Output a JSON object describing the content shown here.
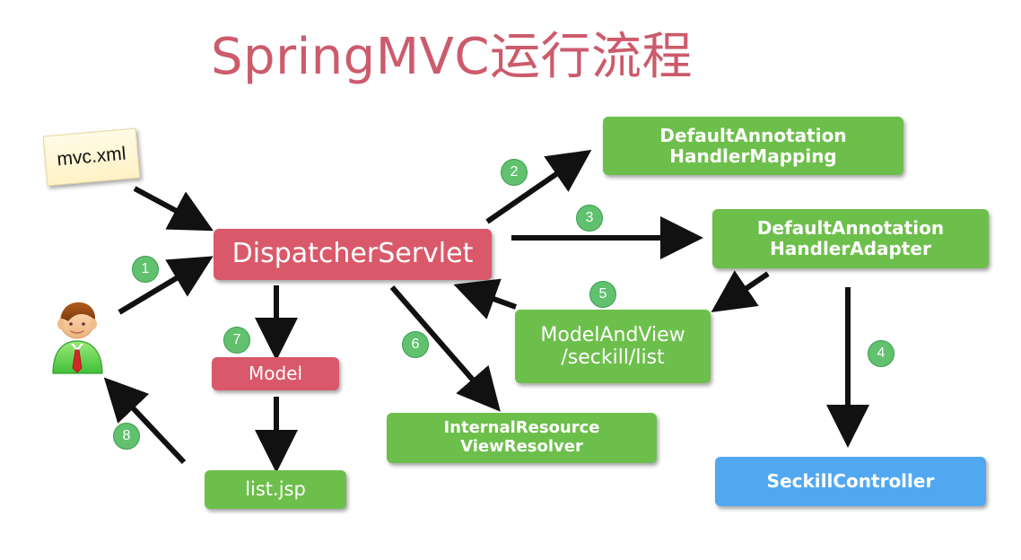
{
  "title": "SpringMVC运行流程",
  "nodes": {
    "mvc_xml": "mvc.xml",
    "dispatcher": "DispatcherServlet",
    "handler_mapping": {
      "line1": "DefaultAnnotation",
      "line2": "HandlerMapping"
    },
    "handler_adapter": {
      "line1": "DefaultAnnotation",
      "line2": "HandlerAdapter"
    },
    "model_and_view": {
      "line1": "ModelAndView",
      "line2": "/seckill/list"
    },
    "model": "Model",
    "view_resolver": {
      "line1": "InternalResource",
      "line2": "ViewResolver"
    },
    "list_jsp": "list.jsp",
    "seckill_controller": "SeckillController"
  },
  "badges": {
    "b1": "1",
    "b2": "2",
    "b3": "3",
    "b4": "4",
    "b5": "5",
    "b6": "6",
    "b7": "7",
    "b8": "8"
  },
  "icons": {
    "user": "user-icon"
  },
  "colors": {
    "title": "#cc5b6c",
    "green_box": "#6dbf4b",
    "red_box": "#d9596a",
    "blue_box": "#52a8f0",
    "badge": "#61c16e",
    "arrow": "#111111"
  }
}
